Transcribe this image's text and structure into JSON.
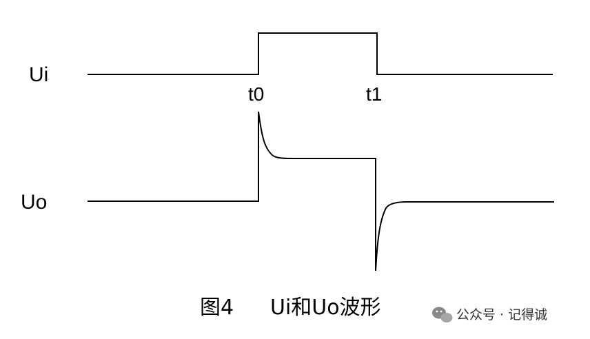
{
  "signals": {
    "input_label": "Ui",
    "output_label": "Uo"
  },
  "times": {
    "t0": "t0",
    "t1": "t1"
  },
  "caption": {
    "figure": "图4",
    "title": "Ui和Uo波形"
  },
  "watermark": {
    "text": "公众号 · 记得诚"
  },
  "colors": {
    "line": "#000000",
    "watermark": "#333333"
  }
}
